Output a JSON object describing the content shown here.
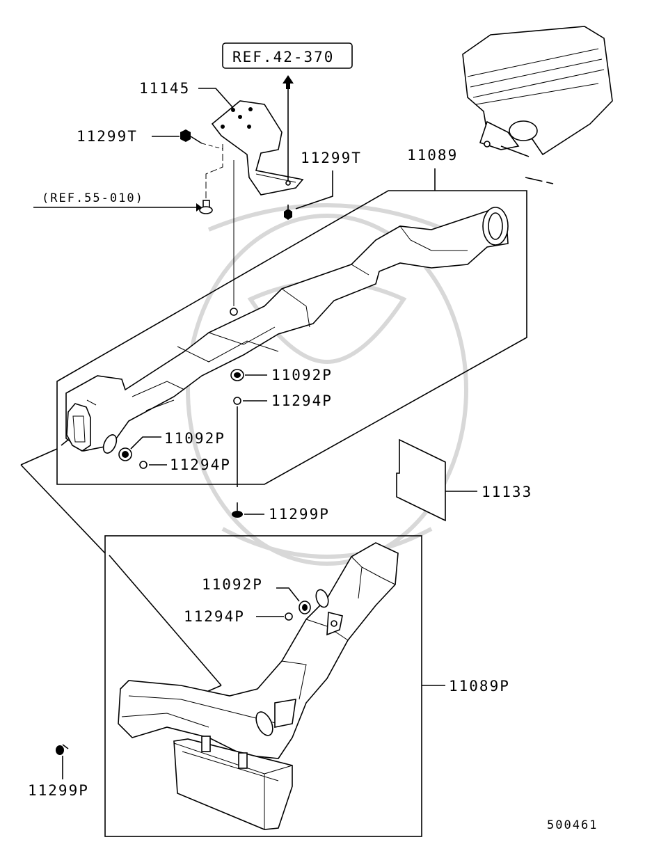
{
  "diagram": {
    "ref_top": "REF.42-370",
    "ref_side": "(REF.55-010)",
    "drawing_number": "500461",
    "parts": {
      "bracket": "11145",
      "bolt_bracket_left": "11299T",
      "bolt_bracket_right": "11299T",
      "intake_duct": "11089",
      "grommet_upper": "11092P",
      "collar_upper": "11294P",
      "grommet_lower": "11092P",
      "collar_lower": "11294P",
      "bolt_center": "11299P",
      "insulator_pad": "11133",
      "grommet_inset": "11092P",
      "collar_inset": "11294P",
      "resonator_duct": "11089P",
      "bolt_bottom_left": "11299P"
    }
  }
}
